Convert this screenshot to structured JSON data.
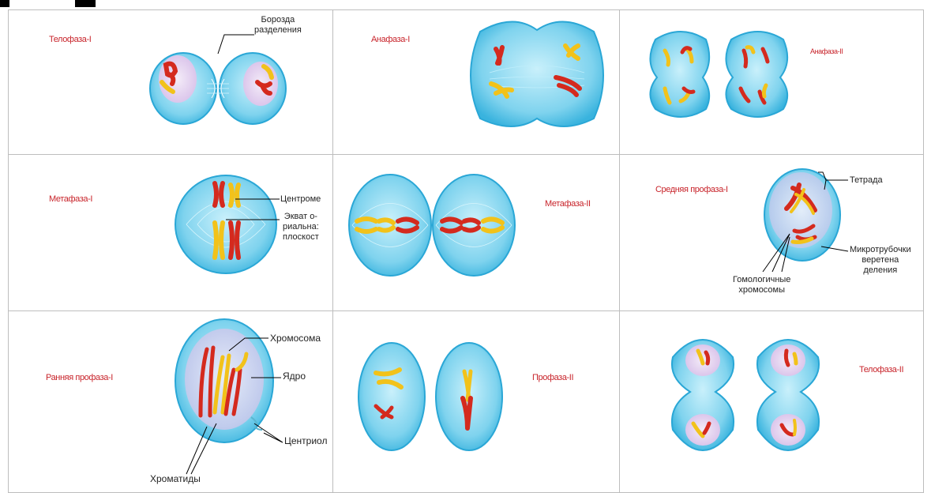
{
  "phases": {
    "telophase1": "Телофаза-I",
    "anaphase1": "Анафаза-I",
    "anaphase2": "Анафаза-II",
    "metaphase1": "Метафаза-I",
    "metaphase2": "Метафаза-II",
    "middle_prophase1": "Средняя профаза-I",
    "early_prophase1": "Ранняя профаза-I",
    "prophase2": "Профаза-II",
    "telophase2": "Телофаза-II"
  },
  "labels": {
    "furrow_line1": "Борозда",
    "furrow_line2": "разделения",
    "centromere": "Центроме",
    "equator_line1": "Экват о-",
    "equator_line2": "риальна:",
    "equator_line3": "плоскост",
    "tetrad": "Тетрада",
    "microtubules_line1": "Микротрубочки",
    "microtubules_line2": "веретена",
    "microtubules_line3": "деления",
    "homologous_line1": "Гомологичные",
    "homologous_line2": "хромосомы",
    "chromosome": "Хромосома",
    "nucleus": "Ядро",
    "centriole": "Центриол",
    "chromatids": "Хроматиды"
  },
  "colors": {
    "phase_label": "#c8242b",
    "cell_fill": "#7fd3ee",
    "cell_edge": "#2aa7d6",
    "nucleus": "#e6d4ef",
    "chrom_red": "#d42a1e",
    "chrom_yellow": "#f2c21a"
  }
}
